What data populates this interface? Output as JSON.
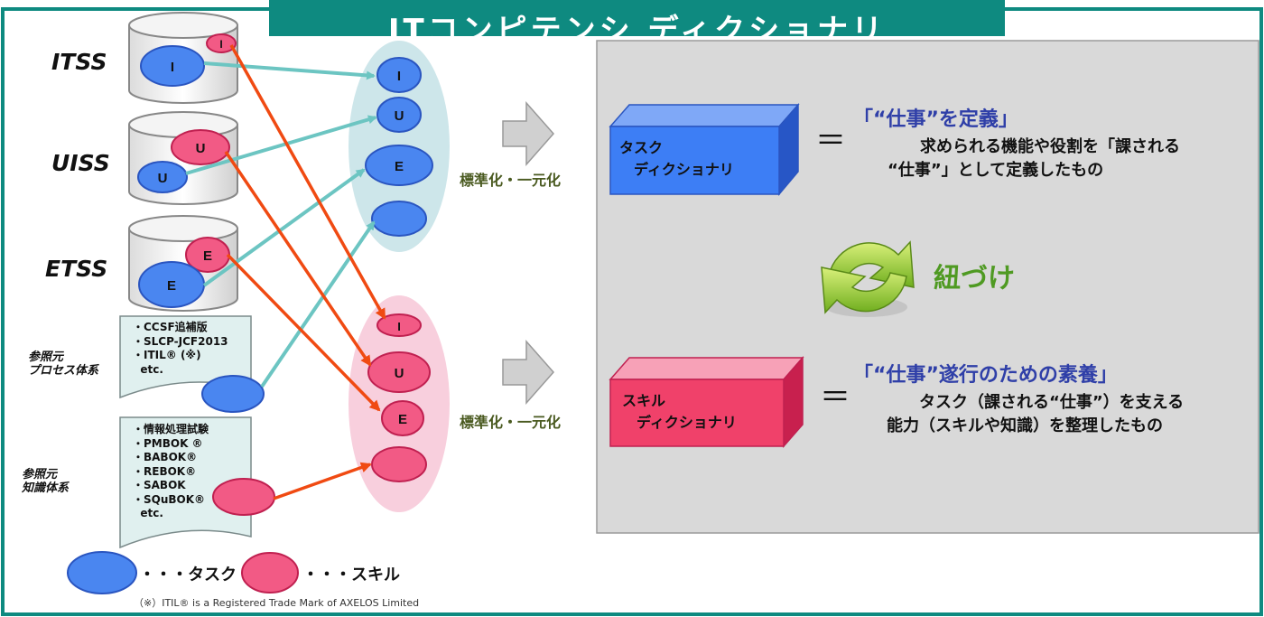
{
  "title": "ITコンピテンシ ディクショナリ",
  "sources": {
    "itss": "ITSS",
    "uiss": "UISS",
    "etss": "ETSS",
    "process_label": "参照元\nプロセス体系",
    "knowledge_label": "参照元\n知識体系",
    "process_docs": "・CCSF追補版\n・SLCP-JCF2013\n・ITIL® (※)\n  etc.",
    "knowledge_docs": "・情報処理試験\n・PMBOK ®\n・BABOK®\n・REBOK®\n・SABOK\n・SQuBOK®\n  etc."
  },
  "markers": {
    "i": "I",
    "u": "U",
    "e": "E"
  },
  "standardize_label": "標準化・一元化",
  "task_box": {
    "label": "タスク\n　ディクショナリ",
    "heading": "「“仕事”を定義」",
    "description": "　　求められる機能や役割を「課される\n“仕事”」として定義したもの",
    "color": "#3d7ef5"
  },
  "link_label": "紐づけ",
  "skill_box": {
    "label": "スキル\n　ディクショナリ",
    "heading": "「“仕事”遂行のための素養」",
    "description": "　　タスク（課される“仕事”）を支える\n能力（スキルや知識）を整理したもの",
    "color": "#f0416a"
  },
  "equals_sign": "＝",
  "legend": {
    "task": "・・・タスク",
    "skill": "・・・スキル",
    "task_color": "#4a86f0",
    "skill_color": "#f25a85"
  },
  "footnote": "（※）ITIL® is a Registered Trade Mark of AXELOS Limited"
}
